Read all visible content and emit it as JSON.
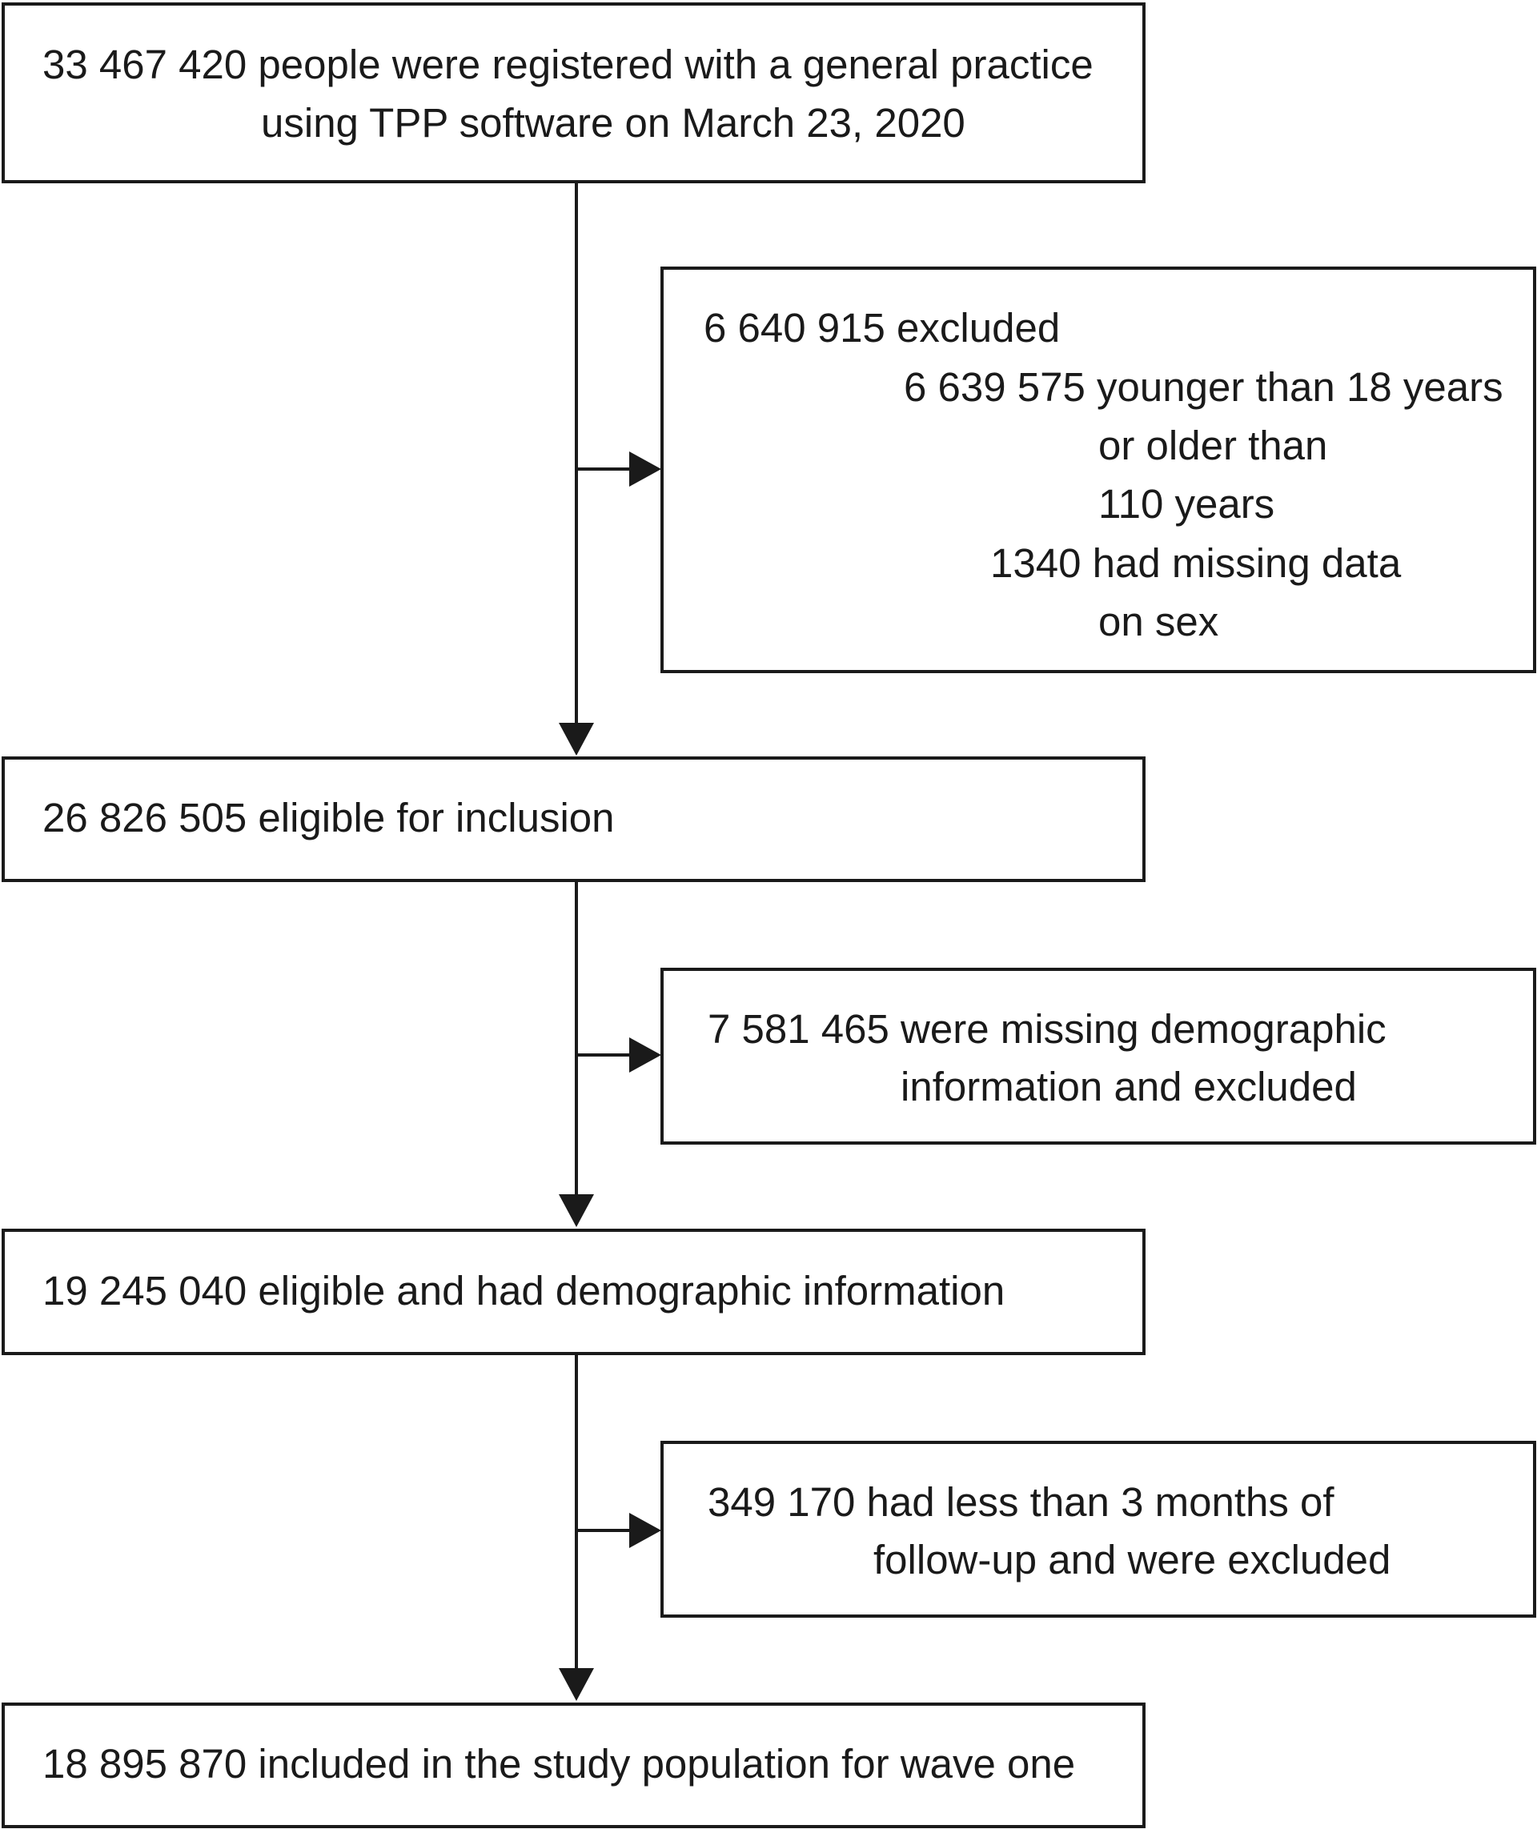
{
  "boxes": {
    "registered": {
      "line1": "33 467 420 people were registered with a general practice",
      "line2": "using TPP software on March 23, 2020"
    },
    "excluded_age_sex": {
      "line1": "6 640 915 excluded",
      "line2": "6 639 575 younger than 18 years",
      "line3": "or older than",
      "line4": "110 years",
      "line5": "1340 had missing data",
      "line6": "on sex"
    },
    "eligible": {
      "line1": "26 826 505 eligible for inclusion"
    },
    "excluded_demographic": {
      "line1": "7 581 465 were missing demographic",
      "line2": "information and excluded"
    },
    "eligible_demographic": {
      "line1": "19 245 040 eligible and had demographic information"
    },
    "excluded_followup": {
      "line1": "349 170 had less than 3 months of",
      "line2": "follow-up and were excluded"
    },
    "study_population": {
      "line1": "18 895 870 included in the study population for wave one"
    }
  },
  "colors": {
    "stroke": "#1a1a1a",
    "background": "#ffffff"
  }
}
